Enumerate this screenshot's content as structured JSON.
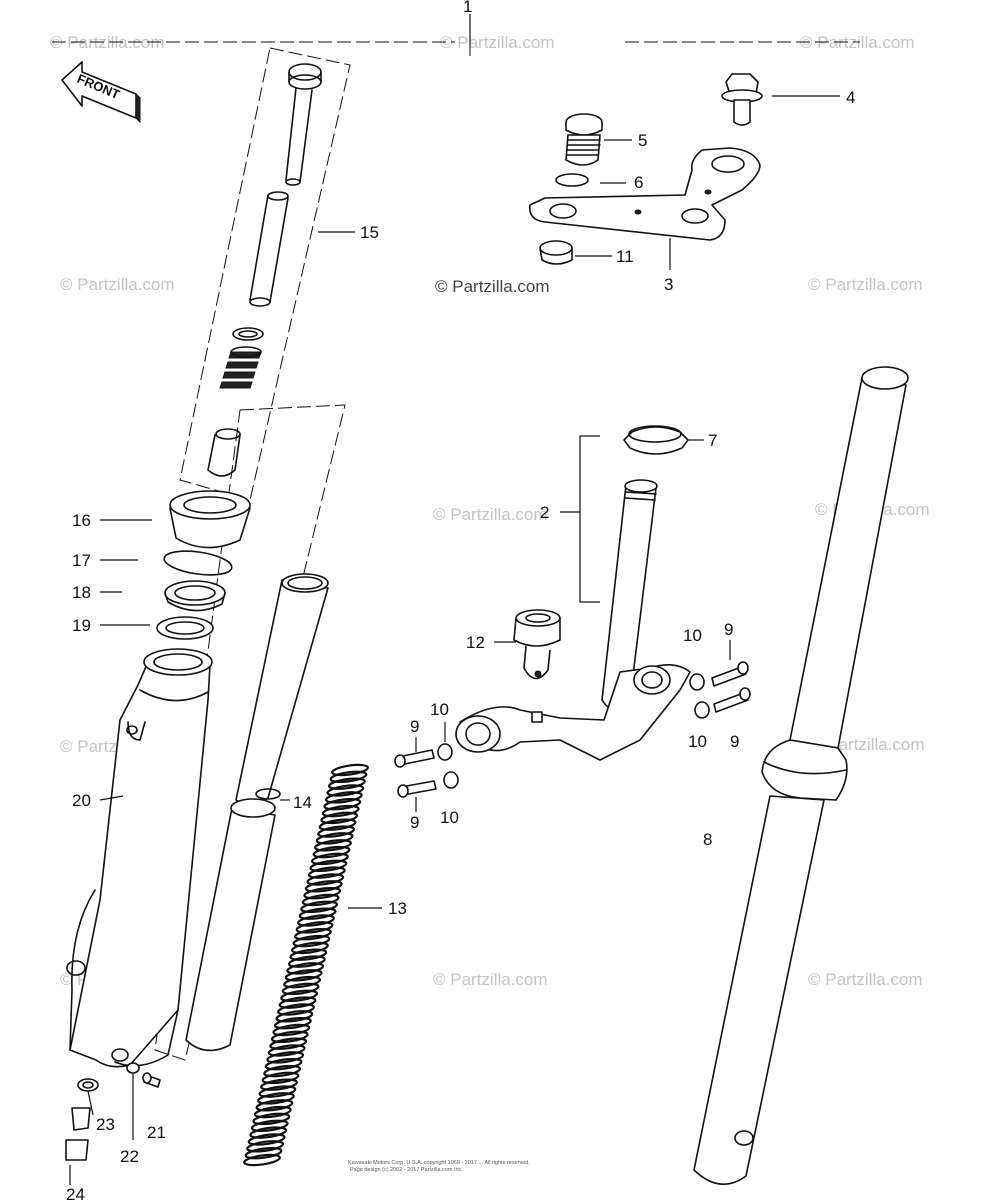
{
  "diagram": {
    "front_arrow_label": "FRONT",
    "watermark_text": "© Partzilla.com",
    "footer_copyright_line1": "Kawasaki Motors Corp. U.S.A. copyright 1969 - 2017 ... All rights reserved.",
    "footer_copyright_line2": "Page design (c) 2002 - 2017 Partzilla.com Inc.",
    "callouts": [
      {
        "id": "c1",
        "text": "1"
      },
      {
        "id": "c2",
        "text": "2"
      },
      {
        "id": "c3",
        "text": "3"
      },
      {
        "id": "c4",
        "text": "4"
      },
      {
        "id": "c5",
        "text": "5"
      },
      {
        "id": "c6",
        "text": "6"
      },
      {
        "id": "c7",
        "text": "7"
      },
      {
        "id": "c8",
        "text": "8"
      },
      {
        "id": "c9a",
        "text": "9"
      },
      {
        "id": "c9b",
        "text": "9"
      },
      {
        "id": "c9c",
        "text": "9"
      },
      {
        "id": "c9d",
        "text": "9"
      },
      {
        "id": "c10a",
        "text": "10"
      },
      {
        "id": "c10b",
        "text": "10"
      },
      {
        "id": "c10c",
        "text": "10"
      },
      {
        "id": "c10d",
        "text": "10"
      },
      {
        "id": "c11",
        "text": "11"
      },
      {
        "id": "c12",
        "text": "12"
      },
      {
        "id": "c13",
        "text": "13"
      },
      {
        "id": "c14",
        "text": "14"
      },
      {
        "id": "c15",
        "text": "15"
      },
      {
        "id": "c16",
        "text": "16"
      },
      {
        "id": "c17",
        "text": "17"
      },
      {
        "id": "c18",
        "text": "18"
      },
      {
        "id": "c19",
        "text": "19"
      },
      {
        "id": "c20",
        "text": "20"
      },
      {
        "id": "c21",
        "text": "21"
      },
      {
        "id": "c22",
        "text": "22"
      },
      {
        "id": "c23",
        "text": "23"
      },
      {
        "id": "c24",
        "text": "24"
      }
    ]
  }
}
